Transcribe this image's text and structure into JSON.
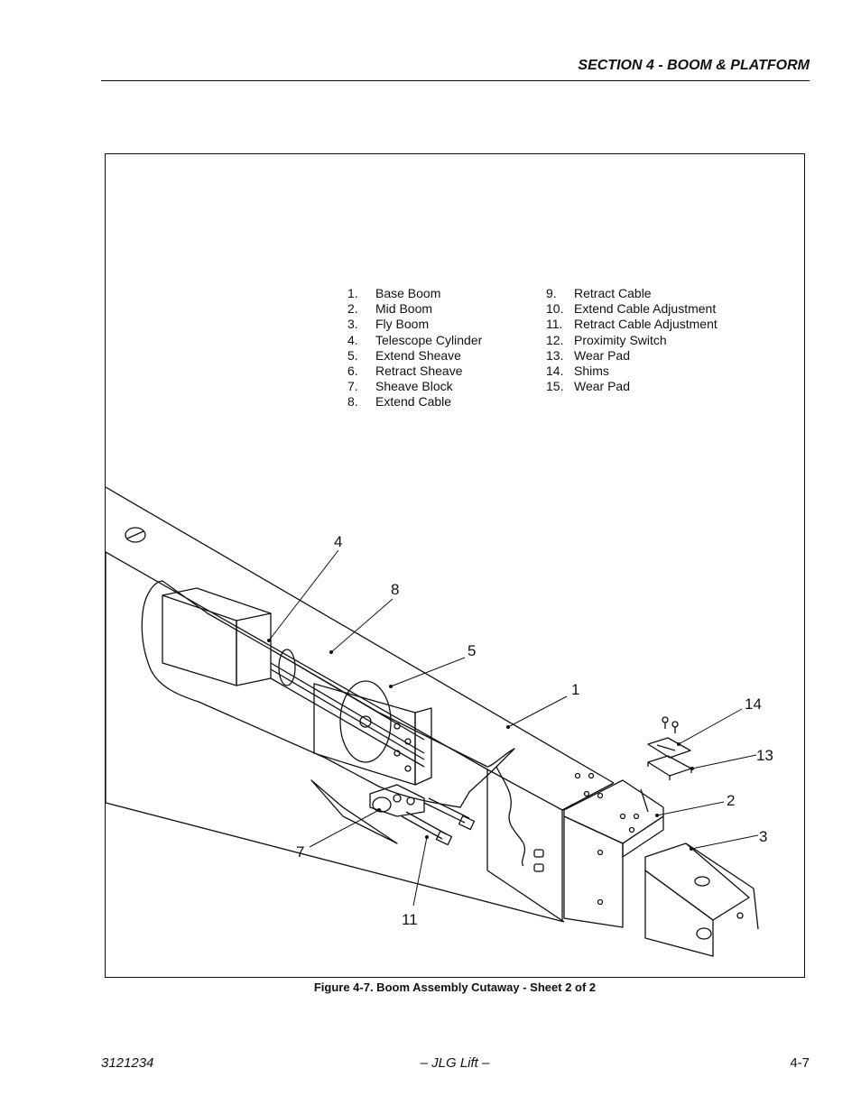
{
  "header": {
    "section_title": "SECTION 4 - BOOM & PLATFORM"
  },
  "legend": {
    "left": [
      {
        "num": "1.",
        "label": "Base Boom"
      },
      {
        "num": "2.",
        "label": "Mid Boom"
      },
      {
        "num": "3.",
        "label": "Fly Boom"
      },
      {
        "num": "4.",
        "label": "Telescope Cylinder"
      },
      {
        "num": "5.",
        "label": "Extend Sheave"
      },
      {
        "num": "6.",
        "label": "Retract Sheave"
      },
      {
        "num": "7.",
        "label": "Sheave Block"
      },
      {
        "num": "8.",
        "label": "Extend Cable"
      }
    ],
    "right": [
      {
        "num": "9.",
        "label": "Retract Cable"
      },
      {
        "num": "10.",
        "label": "Extend Cable Adjustment"
      },
      {
        "num": "11.",
        "label": "Retract Cable Adjustment"
      },
      {
        "num": "12.",
        "label": "Proximity Switch"
      },
      {
        "num": "13.",
        "label": "Wear Pad"
      },
      {
        "num": "14.",
        "label": "Shims"
      },
      {
        "num": "15.",
        "label": "Wear Pad"
      }
    ]
  },
  "callouts": {
    "c4": "4",
    "c8": "8",
    "c5": "5",
    "c1": "1",
    "c14": "14",
    "c13": "13",
    "c2": "2",
    "c3": "3",
    "c7": "7",
    "c11": "11"
  },
  "caption": "Figure 4-7.  Boom Assembly Cutaway - Sheet 2 of 2",
  "footer": {
    "doc_number": "3121234",
    "center": "– JLG Lift –",
    "page": "4-7"
  }
}
